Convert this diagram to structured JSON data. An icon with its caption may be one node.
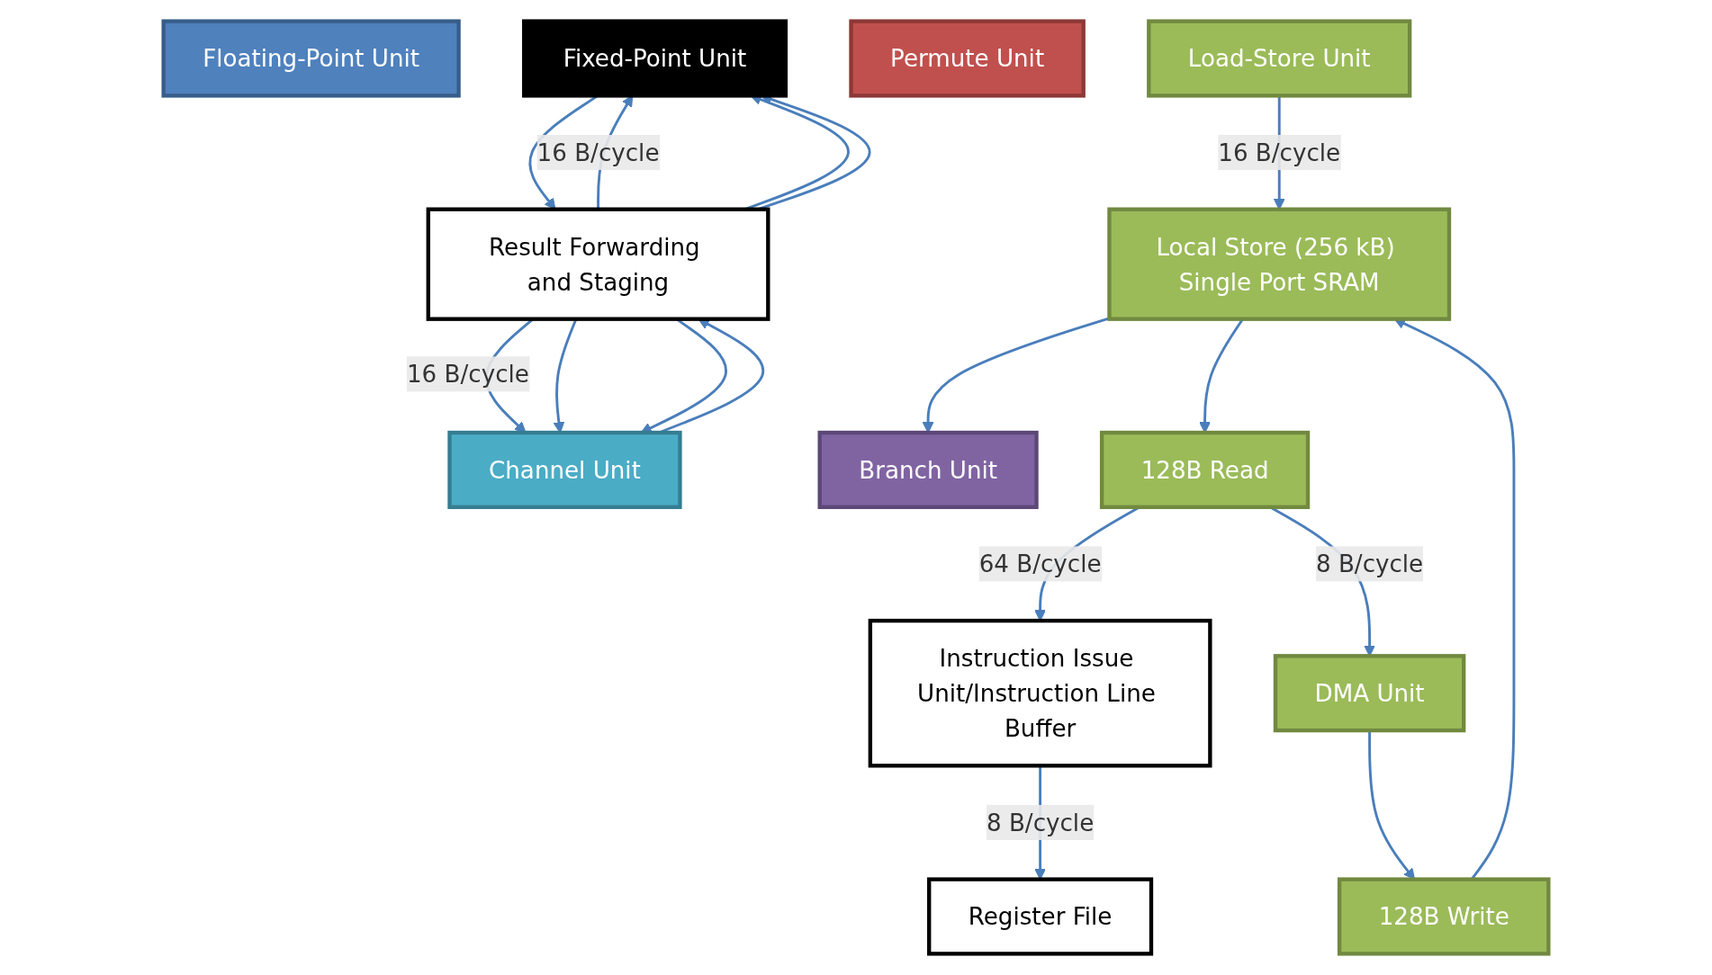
{
  "diagram": {
    "nodes": [
      {
        "text": [
          "Floating-Point Unit"
        ]
      },
      {
        "text": [
          "Fixed-Point Unit"
        ]
      },
      {
        "text": [
          "Permute Unit"
        ]
      },
      {
        "text": [
          "Load-Store Unit"
        ]
      },
      {
        "text": [
          "Branch Unit"
        ]
      },
      {
        "text": [
          "Channel Unit"
        ]
      },
      {
        "text": [
          "Local Store (256 kB) Single Port SRAM"
        ]
      },
      {
        "text": [
          "Result Forwarding and Staging"
        ]
      },
      {
        "text": [
          "Register File"
        ]
      },
      {
        "text": [
          "Instruction Issue Unit/Instruction Line Buffer"
        ]
      },
      {
        "text": [
          "128B Read"
        ]
      },
      {
        "text": [
          "128B Write"
        ]
      },
      {
        "text": [
          "DMA Unit"
        ]
      }
    ],
    "edges": [
      {
        "from": 7,
        "to": 1,
        "arrow": "to",
        "label": "16 B/cycle"
      },
      {
        "from": 7,
        "to": 1,
        "arrow": "to"
      },
      {
        "from": 7,
        "to": 1,
        "arrow": "to"
      },
      {
        "from": 1,
        "to": 7,
        "arrow": "to"
      },
      {
        "from": 7,
        "to": 5,
        "arrow": "to",
        "label": "16 B/cycle"
      },
      {
        "from": 7,
        "to": 5,
        "arrow": "to"
      },
      {
        "from": 7,
        "to": 5,
        "arrow": "to"
      },
      {
        "from": 5,
        "to": 7,
        "arrow": "to"
      },
      {
        "from": 3,
        "to": 6,
        "arrow": "to",
        "label": "16 B/cycle"
      },
      {
        "from": 6,
        "to": 4,
        "arrow": "to"
      },
      {
        "from": 6,
        "to": 10,
        "arrow": "to"
      },
      {
        "from": 11,
        "to": 6,
        "arrow": "to"
      },
      {
        "from": 9,
        "to": 8,
        "arrow": "to",
        "label": "8 B/cycle"
      },
      {
        "from": 10,
        "to": 9,
        "arrow": "to",
        "label": "64 B/cycle"
      },
      {
        "from": 10,
        "to": 12,
        "arrow": "to",
        "label": "8 B/cycle"
      },
      {
        "from": 12,
        "to": 11,
        "arrow": "to"
      }
    ]
  }
}
